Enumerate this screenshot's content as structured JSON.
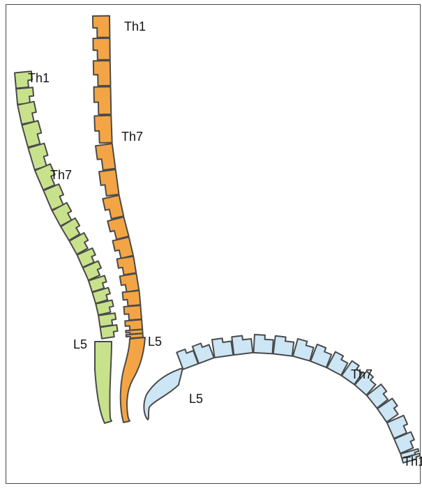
{
  "diagram": {
    "spines": [
      {
        "id": "green",
        "color": "#c8e28c",
        "vertebra_count": 17,
        "labels": {
          "top": "Th1",
          "mid": "Th7",
          "bottom": "L5"
        }
      },
      {
        "id": "orange",
        "color": "#f3a545",
        "vertebra_count": 17,
        "labels": {
          "top": "Th1",
          "mid": "Th7",
          "bottom": "L5"
        }
      },
      {
        "id": "blue",
        "color": "#cce6f6",
        "vertebra_count": 17,
        "labels": {
          "top": "Th1",
          "mid": "Th7",
          "bottom": "L5"
        }
      }
    ],
    "stroke_color": "#4a4a4a"
  }
}
